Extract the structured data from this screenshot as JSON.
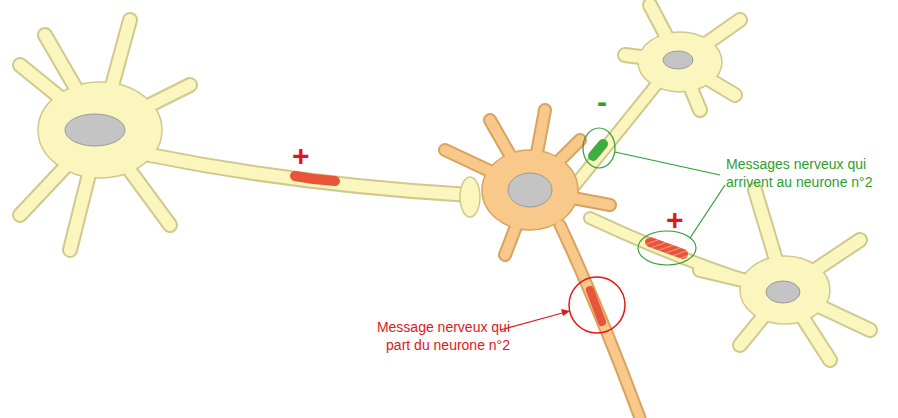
{
  "diagram": {
    "labels": [
      "+",
      "-",
      "+",
      "Messages nerveux qui arrivent au neurone n°2",
      "Message nerveux qui part du neurone n°2"
    ]
  }
}
